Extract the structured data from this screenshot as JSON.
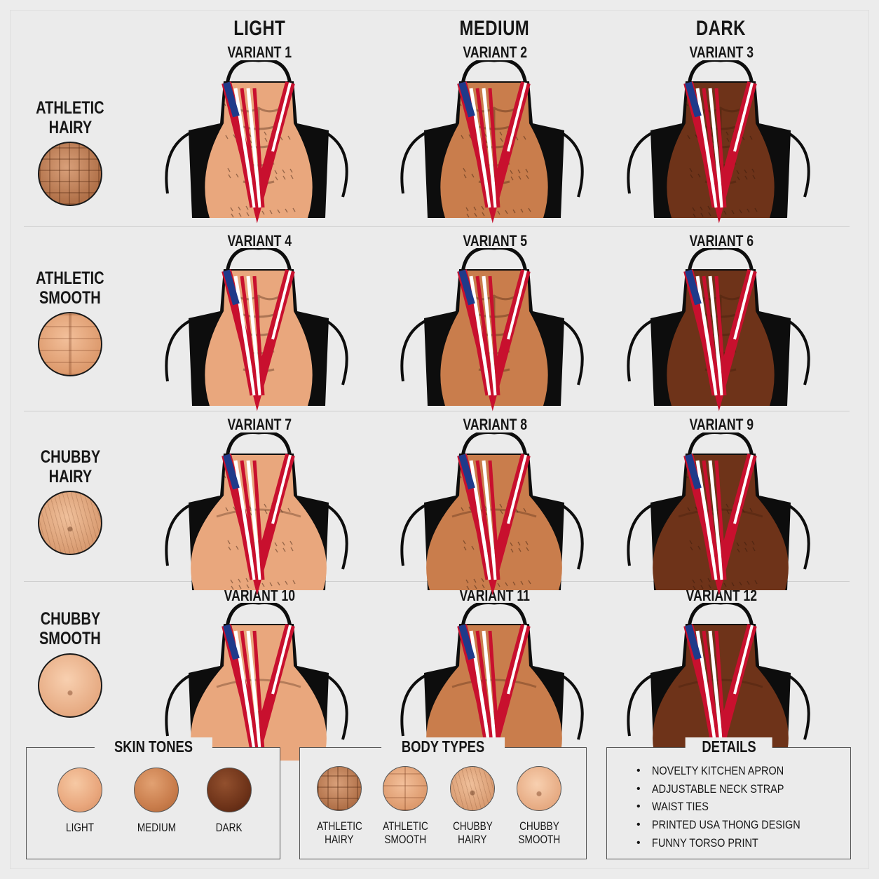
{
  "columns": [
    {
      "tone": "LIGHT"
    },
    {
      "tone": "MEDIUM"
    },
    {
      "tone": "DARK"
    }
  ],
  "rows": [
    {
      "line1": "ATHLETIC",
      "line2": "HAIRY",
      "variants": [
        "VARIANT 1",
        "VARIANT 2",
        "VARIANT 3"
      ]
    },
    {
      "line1": "ATHLETIC",
      "line2": "SMOOTH",
      "variants": [
        "VARIANT 4",
        "VARIANT 5",
        "VARIANT 6"
      ]
    },
    {
      "line1": "CHUBBY",
      "line2": "HAIRY",
      "variants": [
        "VARIANT 7",
        "VARIANT 8",
        "VARIANT 9"
      ]
    },
    {
      "line1": "CHUBBY",
      "line2": "SMOOTH",
      "variants": [
        "VARIANT 10",
        "VARIANT 11",
        "VARIANT 12"
      ]
    }
  ],
  "skin_tones": {
    "title": "SKIN TONES",
    "items": [
      {
        "label": "LIGHT",
        "color": "#e9a77d"
      },
      {
        "label": "MEDIUM",
        "color": "#c97d4c"
      },
      {
        "label": "DARK",
        "color": "#6e3319"
      }
    ]
  },
  "body_types": {
    "title": "BODY TYPES",
    "items": [
      {
        "line1": "ATHLETIC",
        "line2": "HAIRY"
      },
      {
        "line1": "ATHLETIC",
        "line2": "SMOOTH"
      },
      {
        "line1": "CHUBBY",
        "line2": "HAIRY"
      },
      {
        "line1": "CHUBBY",
        "line2": "SMOOTH"
      }
    ]
  },
  "details": {
    "title": "DETAILS",
    "items": [
      "NOVELTY KITCHEN APRON",
      "ADJUSTABLE NECK STRAP",
      "WAIST TIES",
      "PRINTED USA THONG DESIGN",
      "FUNNY TORSO PRINT"
    ]
  },
  "colors": {
    "apron_black": "#0d0d0d",
    "skin_light": "#e9a77d",
    "skin_medium": "#c97d4c",
    "skin_dark": "#6e3319",
    "flag_red": "#c8102e",
    "flag_blue": "#1f3a8a"
  },
  "icons": [
    "apron-image",
    "torso-swatch-icon",
    "skin-tone-swatch-icon",
    "bullet-icon"
  ]
}
